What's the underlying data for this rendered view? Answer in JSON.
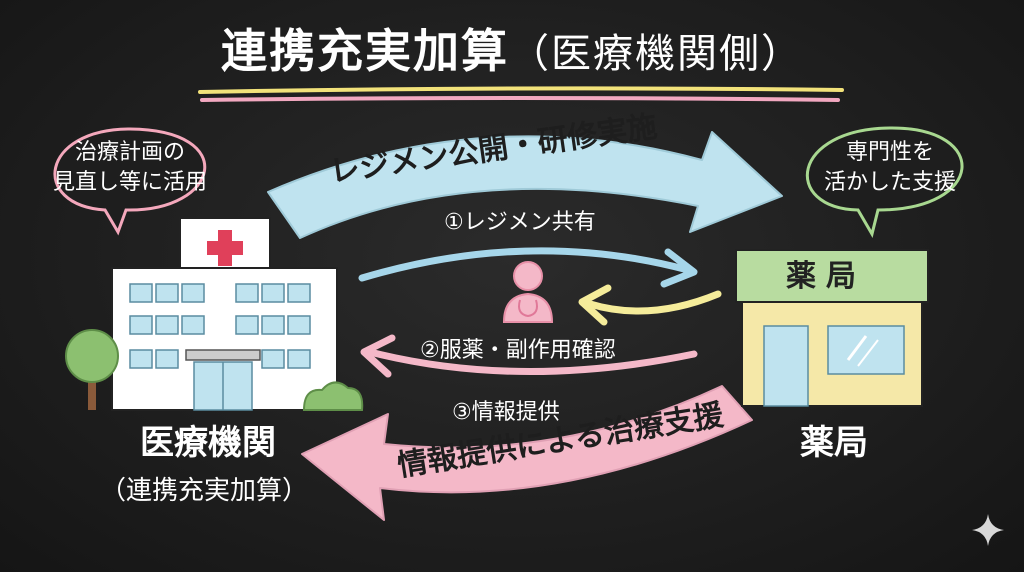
{
  "title": {
    "main": "連携充実加算",
    "sub": "（医療機関側）"
  },
  "bubbles": {
    "left": {
      "line1": "治療計画の",
      "line2": "見直し等に活用"
    },
    "right": {
      "line1": "専門性を",
      "line2": "活かした支援"
    }
  },
  "arrows": {
    "top_big": "レジメン公開・研修実施",
    "step1": "①レジメン共有",
    "step2": "②服薬・副作用確認",
    "step3": "③情報提供",
    "bottom_big": "情報提供による治療支援"
  },
  "hospital": {
    "label": "医療機関",
    "sublabel": "（連携充実加算）"
  },
  "pharmacy": {
    "sign": "薬局",
    "label": "薬局"
  },
  "colors": {
    "background": "#1e1e1e",
    "blue_arrow": "#bfe3ef",
    "pink_arrow": "#f4b8c8",
    "yellow_arrow": "#f5ec9a",
    "green": "#b8dca0",
    "pharmacy_wall": "#f5e8a8",
    "cross_red": "#e0405a",
    "underline_yellow": "#f2e27a",
    "underline_pink": "#f2a8c0"
  },
  "icons": [
    "hospital-building-icon",
    "pharmacy-building-icon",
    "pharmacist-icon",
    "tree-icon",
    "bush-icon",
    "sparkle-icon"
  ]
}
